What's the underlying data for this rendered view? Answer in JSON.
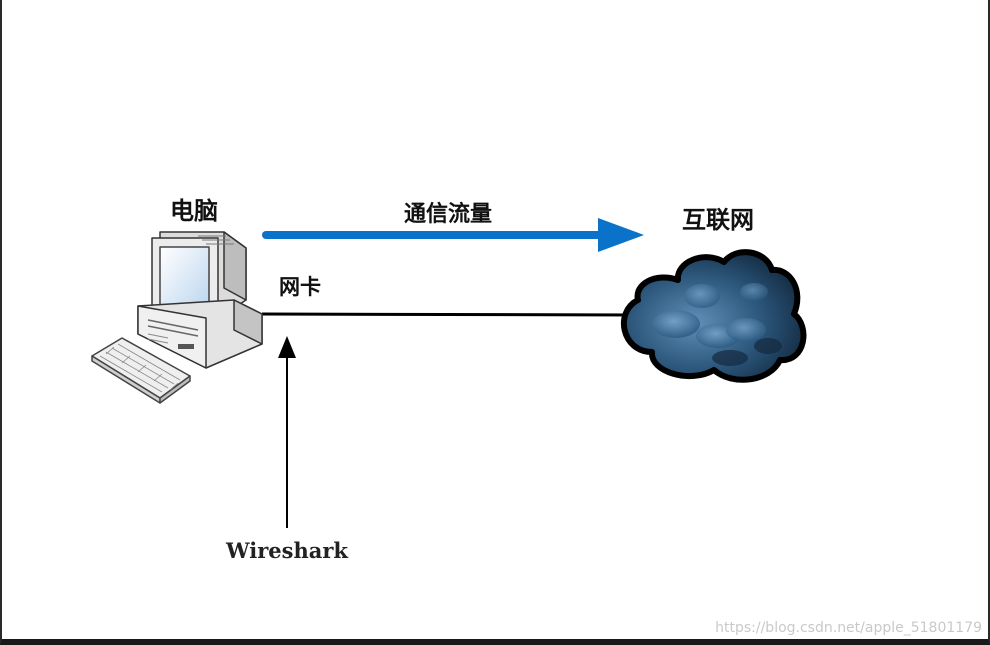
{
  "diagram": {
    "computer_label": "电脑",
    "traffic_label": "通信流量",
    "internet_label": "互联网",
    "nic_label": "网卡",
    "wireshark_label": "Wireshark"
  },
  "watermark": "https://blog.csdn.net/apple_51801179",
  "colors": {
    "traffic_arrow": "#0a72c8",
    "cloud_fill": "#2a5478",
    "cloud_outline": "#000000",
    "line": "#000000"
  },
  "icons": [
    "computer-icon",
    "keyboard-icon",
    "cloud-icon"
  ]
}
